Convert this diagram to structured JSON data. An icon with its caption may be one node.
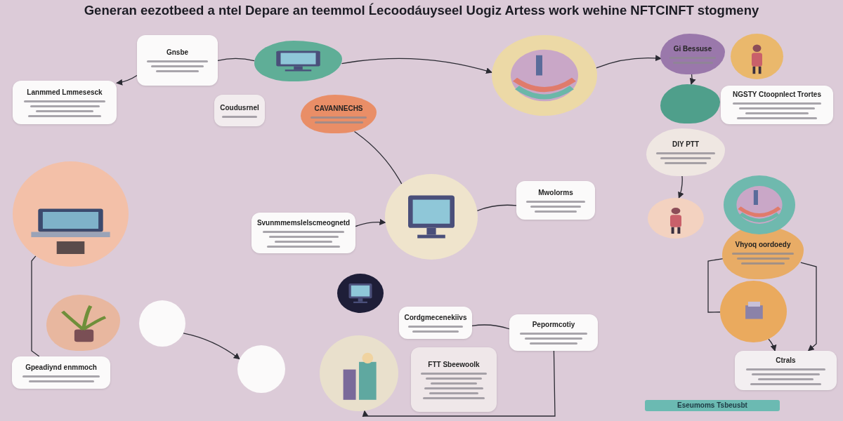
{
  "diagram": {
    "title": "Generan eezotbeed a ntel Depare an teemmol Ĺecoodáuyseel Uogiz Artess work wehine NFTCINFT stogmeny",
    "nodes": [
      {
        "text": [
          "Gnsbe"
        ]
      },
      {
        "text": [],
        "shape": "picture"
      },
      {
        "text": [
          "Lanmmed Lmmesesck"
        ]
      },
      {
        "text": [
          "Coudusrnel"
        ]
      },
      {
        "text": [
          "CAVANNECHS"
        ]
      },
      {
        "text": [],
        "shape": "picture"
      },
      {
        "text": [
          "Gi Bessuse"
        ]
      },
      {
        "text": [],
        "shape": "picture"
      },
      {
        "text": [],
        "shape": "cloud"
      },
      {
        "text": [
          "NGSTY Ctoopnlect Trortes"
        ]
      },
      {
        "text": [
          "DIY PTT"
        ]
      },
      {
        "text": [
          "Mwolorms"
        ]
      },
      {
        "text": [],
        "shape": "picture"
      },
      {
        "text": [],
        "shape": "picture"
      },
      {
        "text": [
          "Svunmmemslelscmeognetd"
        ]
      },
      {
        "text": [
          "Gpeadiynd enmmoch"
        ]
      },
      {
        "text": [
          "Cordgmecenekiivs"
        ]
      },
      {
        "text": [
          "Pepormcotiy"
        ]
      },
      {
        "text": [
          "FTT Sbeewoolk"
        ]
      },
      {
        "text": [
          "Vhyoq oordoedy"
        ]
      },
      {
        "text": [
          "Ctrals"
        ]
      },
      {
        "text": [],
        "shape": "picture"
      },
      {
        "text": [],
        "shape": "picture"
      },
      {
        "text": [],
        "shape": "picture"
      },
      {
        "text": [],
        "shape": "circle"
      },
      {
        "text": [],
        "shape": "picture"
      },
      {
        "text": [],
        "shape": "picture"
      },
      {
        "text": [],
        "shape": "picture"
      },
      {
        "text": [],
        "shape": "circle"
      }
    ],
    "edges": [
      {
        "from": 0,
        "to": 2,
        "arrow": "to"
      },
      {
        "from": 0,
        "to": 1,
        "arrow": "none"
      },
      {
        "from": 1,
        "to": 5,
        "arrow": "to"
      },
      {
        "from": 5,
        "to": 6,
        "arrow": "to"
      },
      {
        "from": 6,
        "to": 8,
        "arrow": "to"
      },
      {
        "from": 10,
        "to": 26,
        "arrow": "to"
      },
      {
        "from": 19,
        "to": 21,
        "arrow": "none"
      },
      {
        "from": 19,
        "to": 20,
        "arrow": "to"
      },
      {
        "from": 21,
        "to": 20,
        "arrow": "to"
      },
      {
        "from": 16,
        "to": 17,
        "arrow": "none"
      },
      {
        "from": 14,
        "to": 13,
        "arrow": "to"
      },
      {
        "from": 12,
        "to": 15,
        "arrow": "none"
      },
      {
        "from": 28,
        "to": 24,
        "arrow": "to"
      },
      {
        "from": 4,
        "to": 13,
        "arrow": "none"
      },
      {
        "from": 13,
        "to": 11,
        "arrow": "none"
      },
      {
        "from": 17,
        "to": 25,
        "arrow": "to"
      }
    ],
    "labels": [
      "Eseumoms Tsbeusbt"
    ]
  }
}
